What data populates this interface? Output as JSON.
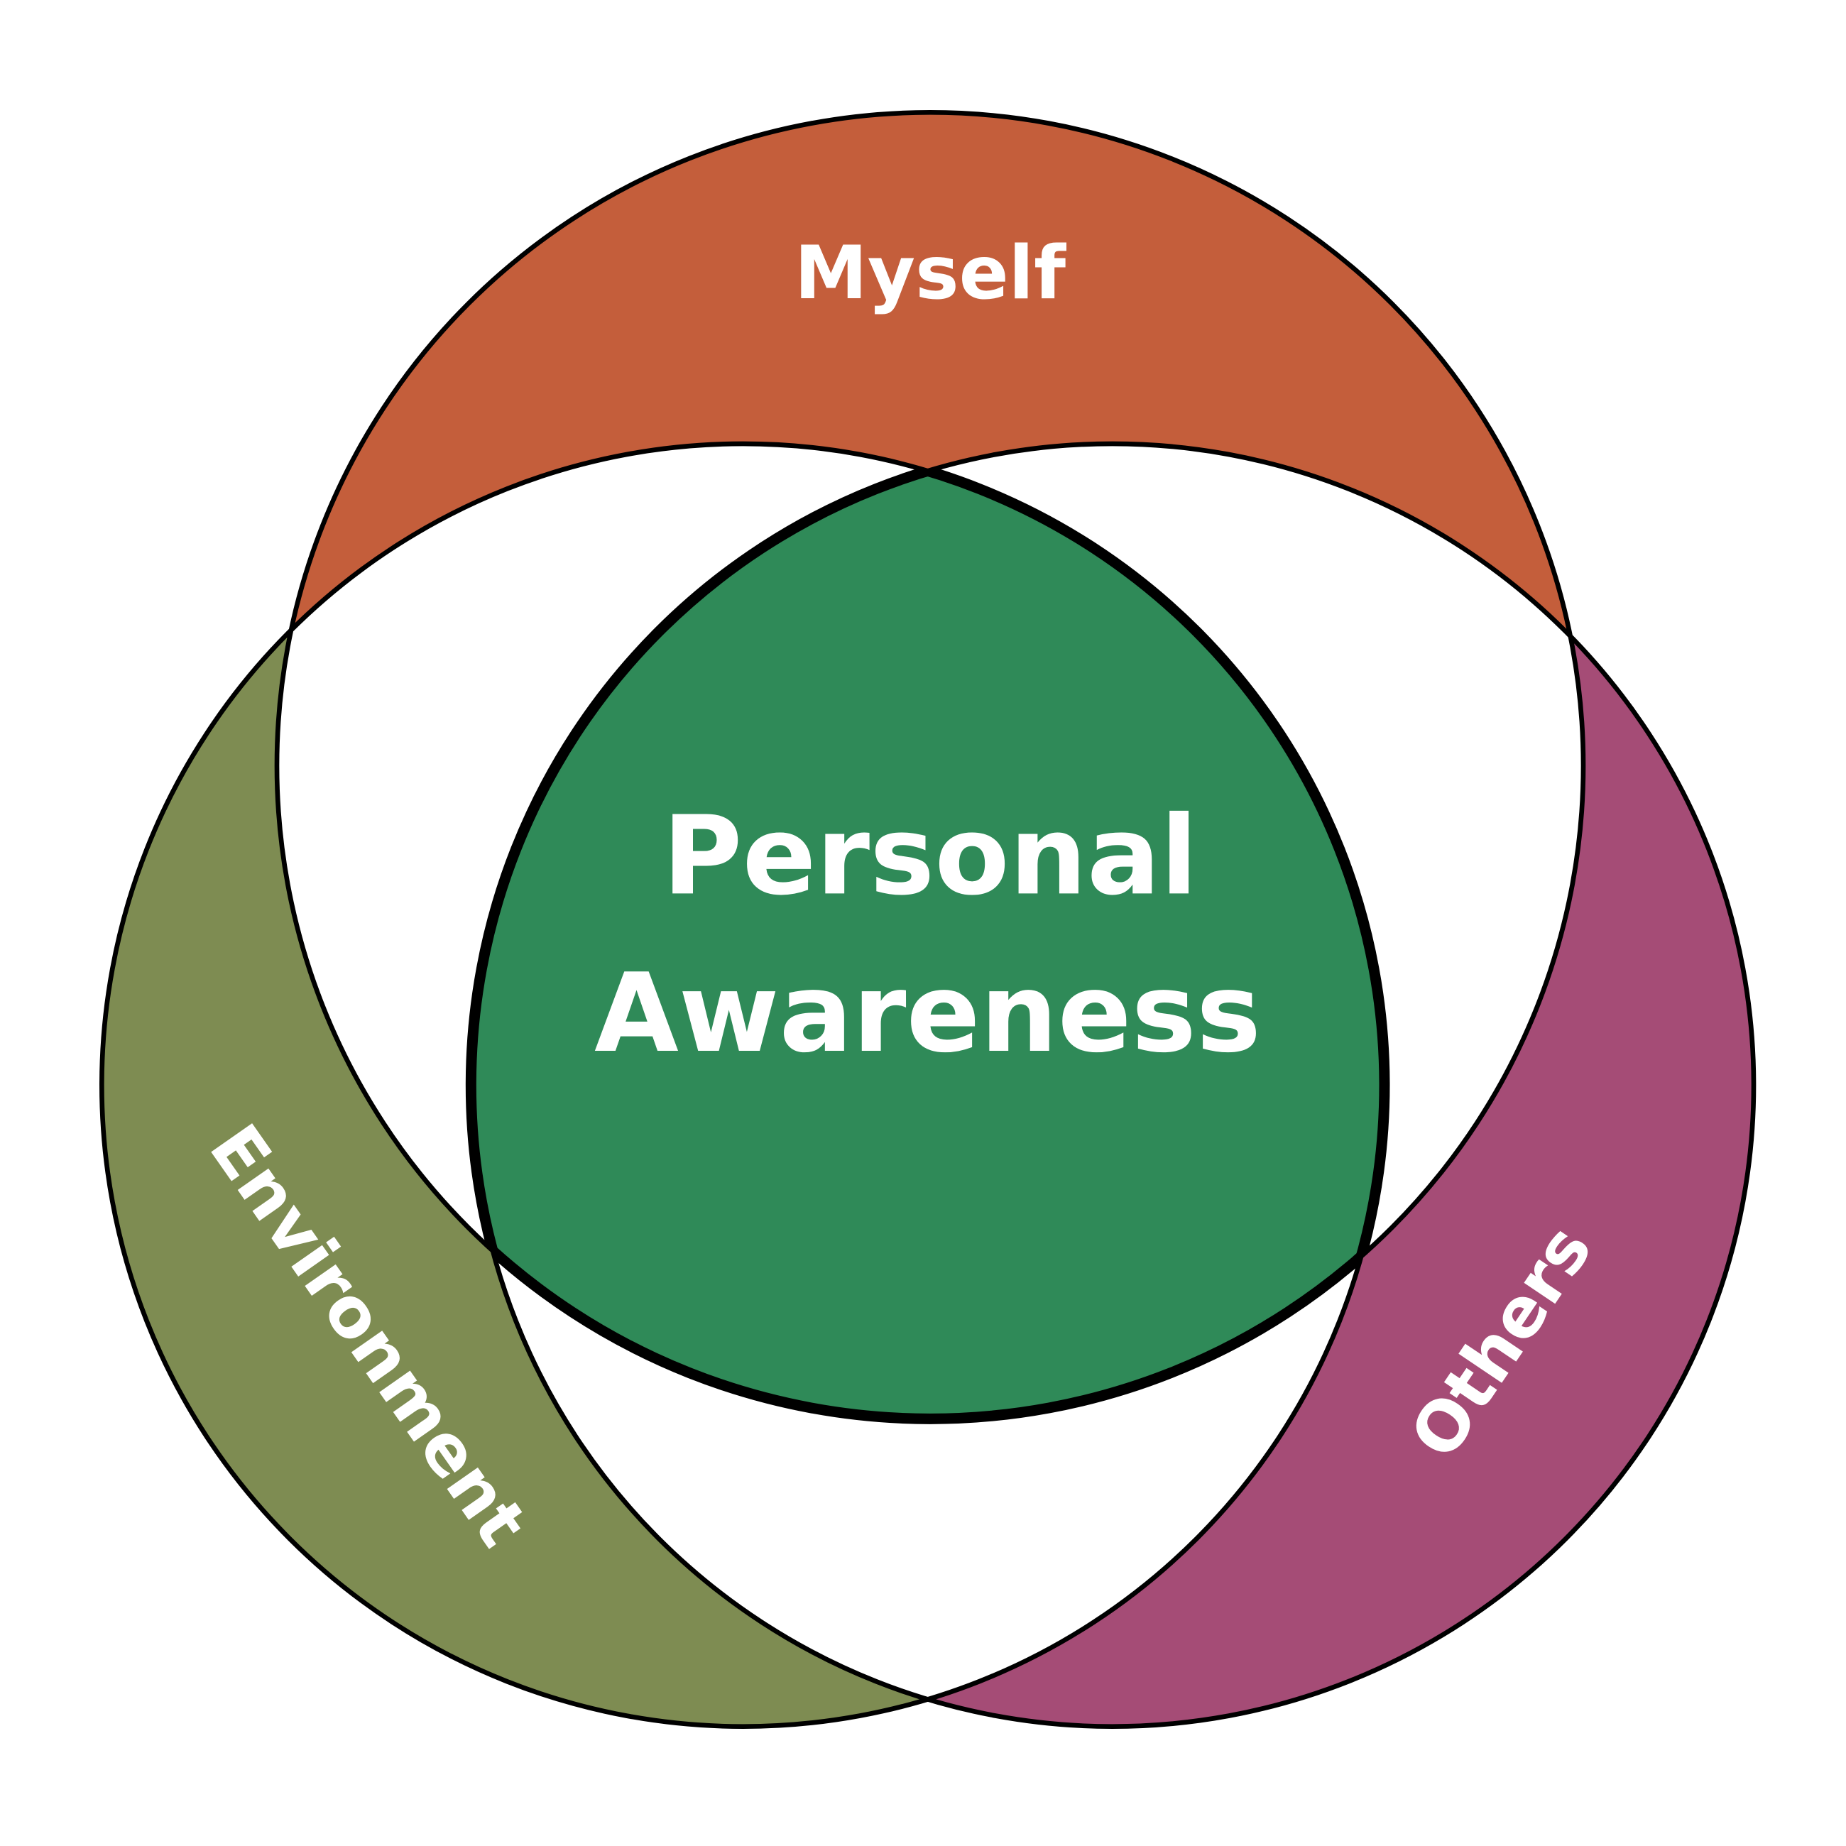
{
  "title_lines": [
    "Personal",
    "Awareness"
  ],
  "segments": {
    "myself": {
      "label": "Myself",
      "color": "#C45E3B"
    },
    "environment": {
      "label": "Environment",
      "color": "#7E8C52"
    },
    "others": {
      "label": "Others",
      "color": "#A54C76"
    },
    "center": {
      "color": "#2F8A58"
    }
  }
}
